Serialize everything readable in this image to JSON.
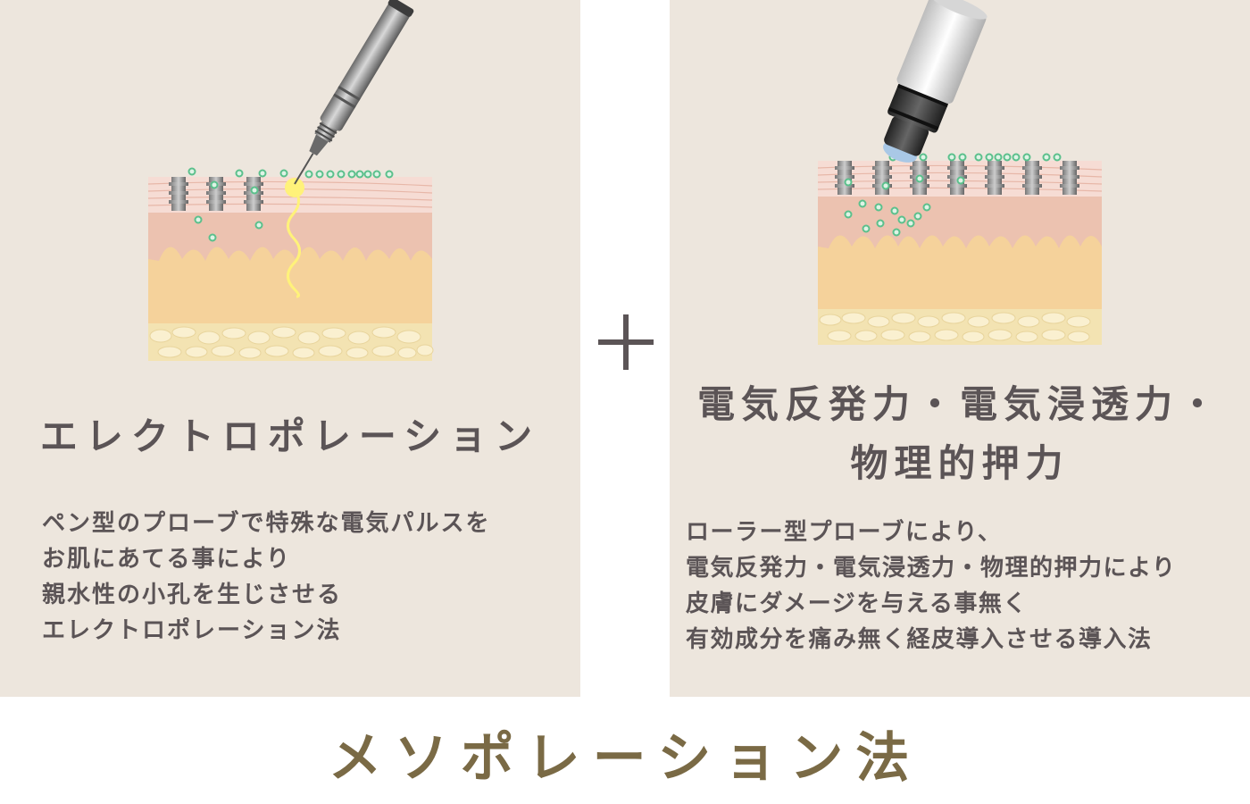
{
  "left": {
    "title": "エレクトロポレーション",
    "description": [
      "ペン型のプローブで特殊な電気パルスを",
      "お肌にあてる事により",
      "親水性の小孔を生じさせる",
      "エレクトロポレーション法"
    ]
  },
  "right": {
    "title_lines": [
      "電気反発力・電気浸透力・",
      "物理的押力"
    ],
    "description": [
      "ローラー型プローブにより、",
      "電気反発力・電気浸透力・物理的押力により",
      "皮膚にダメージを与える事無く",
      "有効成分を痛み無く経皮導入させる導入法"
    ]
  },
  "footer": {
    "title": "メソポレーション法"
  },
  "colors": {
    "panel_bg": "#ede6dd",
    "text": "#5b5456",
    "footer_text": "#7a6a45",
    "skin_top": "#f6dcd4",
    "dermis": "#ecc2b0",
    "fat": "#f5d29b",
    "subcutis": "#f3e3b2",
    "particle": "#5bc08c",
    "pulse": "#fff27a"
  },
  "icons": [
    "pen-probe-icon",
    "roller-probe-icon",
    "plus-icon"
  ]
}
